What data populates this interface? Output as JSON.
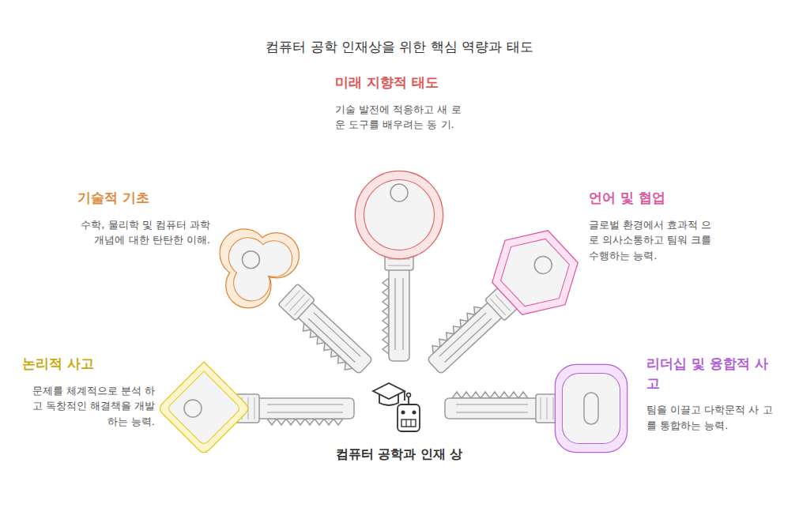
{
  "diagram": {
    "title": "컴퓨터 공학 인재상을 위한 핵심 역량과 태도",
    "nodes": [
      {
        "text": [
          "미래 지향적 태도",
          "기술 발전에 적응하고 새 로운 도구를 배우려는 동 기."
        ]
      },
      {
        "text": [
          "기술적 기초",
          "수학, 물리학 및 컴퓨터 과학 개념에 대한 탄탄한 이해."
        ]
      },
      {
        "text": [
          "언어 및 협업",
          "글로벌 환경에서 효과적 으로 의사소통하고 팀워 크를 수행하는 능력."
        ]
      },
      {
        "text": [
          "논리적 사고",
          "문제를 체계적으로 분석 하고 독창적인 해결책을 개발하는 능력."
        ]
      },
      {
        "text": [
          "리더십 및 융합적 사고",
          "팀을 이끌고 다학문적 사 고를 통합하는 능력."
        ]
      },
      {
        "text": [
          "컴퓨터 공학과 인재 상"
        ]
      }
    ],
    "edges": []
  }
}
